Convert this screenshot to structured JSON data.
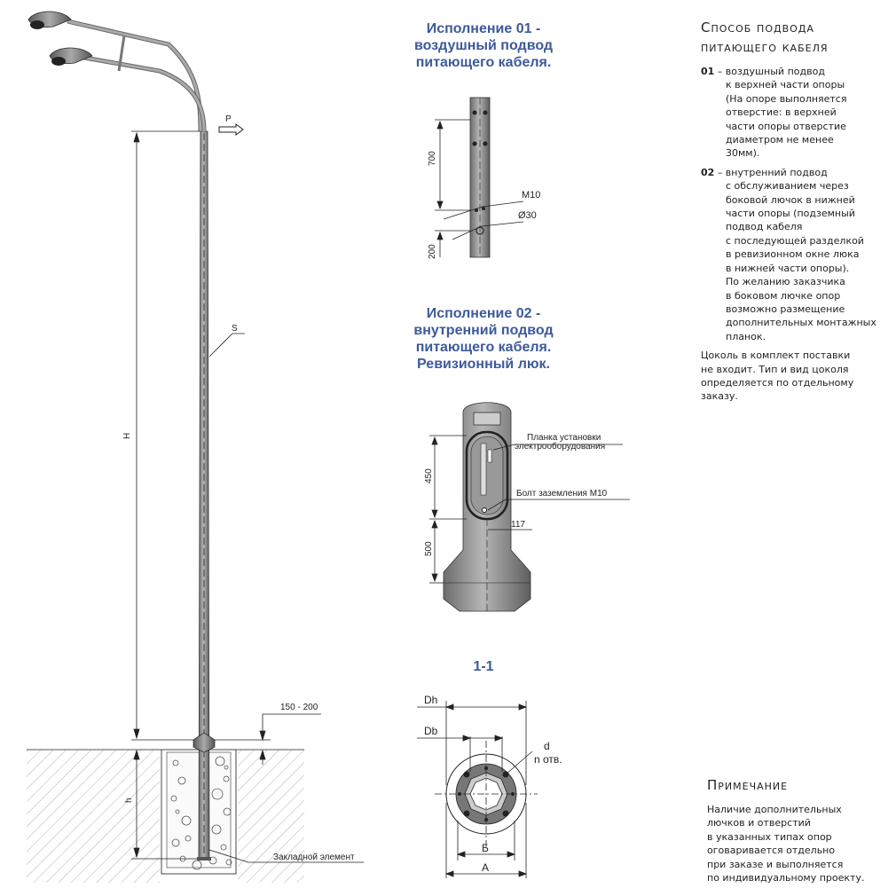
{
  "variant01": {
    "title_line1": "Исполнение 01 -",
    "title_line2": "воздушный подвод",
    "title_line3": "питающего кабеля.",
    "dim_700": "700",
    "dim_200": "200",
    "label_m10": "M10",
    "label_d30": "Ø30"
  },
  "variant02": {
    "title_line1": "Исполнение 02 -",
    "title_line2": "внутренний подвод",
    "title_line3": "питающего кабеля.",
    "title_line4": "Ревизионный люк.",
    "dim_450": "450",
    "dim_500": "500",
    "dim_117": "117",
    "label_plank_1": "Планка установки",
    "label_plank_2": "электрооборудования",
    "label_bolt": "Болт заземления М10"
  },
  "section": {
    "title": "1-1",
    "label_dh": "Dh",
    "label_db": "Db",
    "label_d": "d",
    "label_n": "n отв.",
    "label_b": "Б",
    "label_a": "А"
  },
  "pole": {
    "label_p": "P",
    "label_s": "S",
    "label_h_upper": "H",
    "label_h_lower": "h",
    "label_150_200": "150 - 200",
    "label_embed": "Закладной элемент"
  },
  "method": {
    "heading_line1": "Способ подвода",
    "heading_line2": "питающего кабеля",
    "item1_num": "01",
    "item1_l1": "– воздушный подвод",
    "item1_l2": "к верхней части опоры",
    "item1_l3": "(На опоре выполняется",
    "item1_l4": "отверстие: в верхней",
    "item1_l5": "части опоры отверстие",
    "item1_l6": "диаметром не менее",
    "item1_l7": "30мм).",
    "item2_num": "02",
    "item2_l1": "– внутренний подвод",
    "item2_l2": "с обслуживанием через",
    "item2_l3": "боковой лючок в нижней",
    "item2_l4": "части опоры (подземный",
    "item2_l5": "подвод кабеля",
    "item2_l6": "с последующей разделкой",
    "item2_l7": "в ревизионном окне люка",
    "item2_l8": "в нижней части опоры).",
    "item2_l9": "По желанию заказчика",
    "item2_l10": "в боковом лючке опор",
    "item2_l11": "возможно размещение",
    "item2_l12": "дополнительных монтажных",
    "item2_l13": "планок.",
    "base_l1": "Цоколь в комплект поставки",
    "base_l2": "не входит. Тип и вид цоколя",
    "base_l3": "определяется по отдельному",
    "base_l4": "заказу."
  },
  "note": {
    "heading": "Примечание",
    "l1": "Наличие дополнительных",
    "l2": "лючков и отверстий",
    "l3": "в указанных типах опор",
    "l4": "оговаривается отдельно",
    "l5": "при заказе и выполняется",
    "l6": "по индивидуальному проекту."
  }
}
